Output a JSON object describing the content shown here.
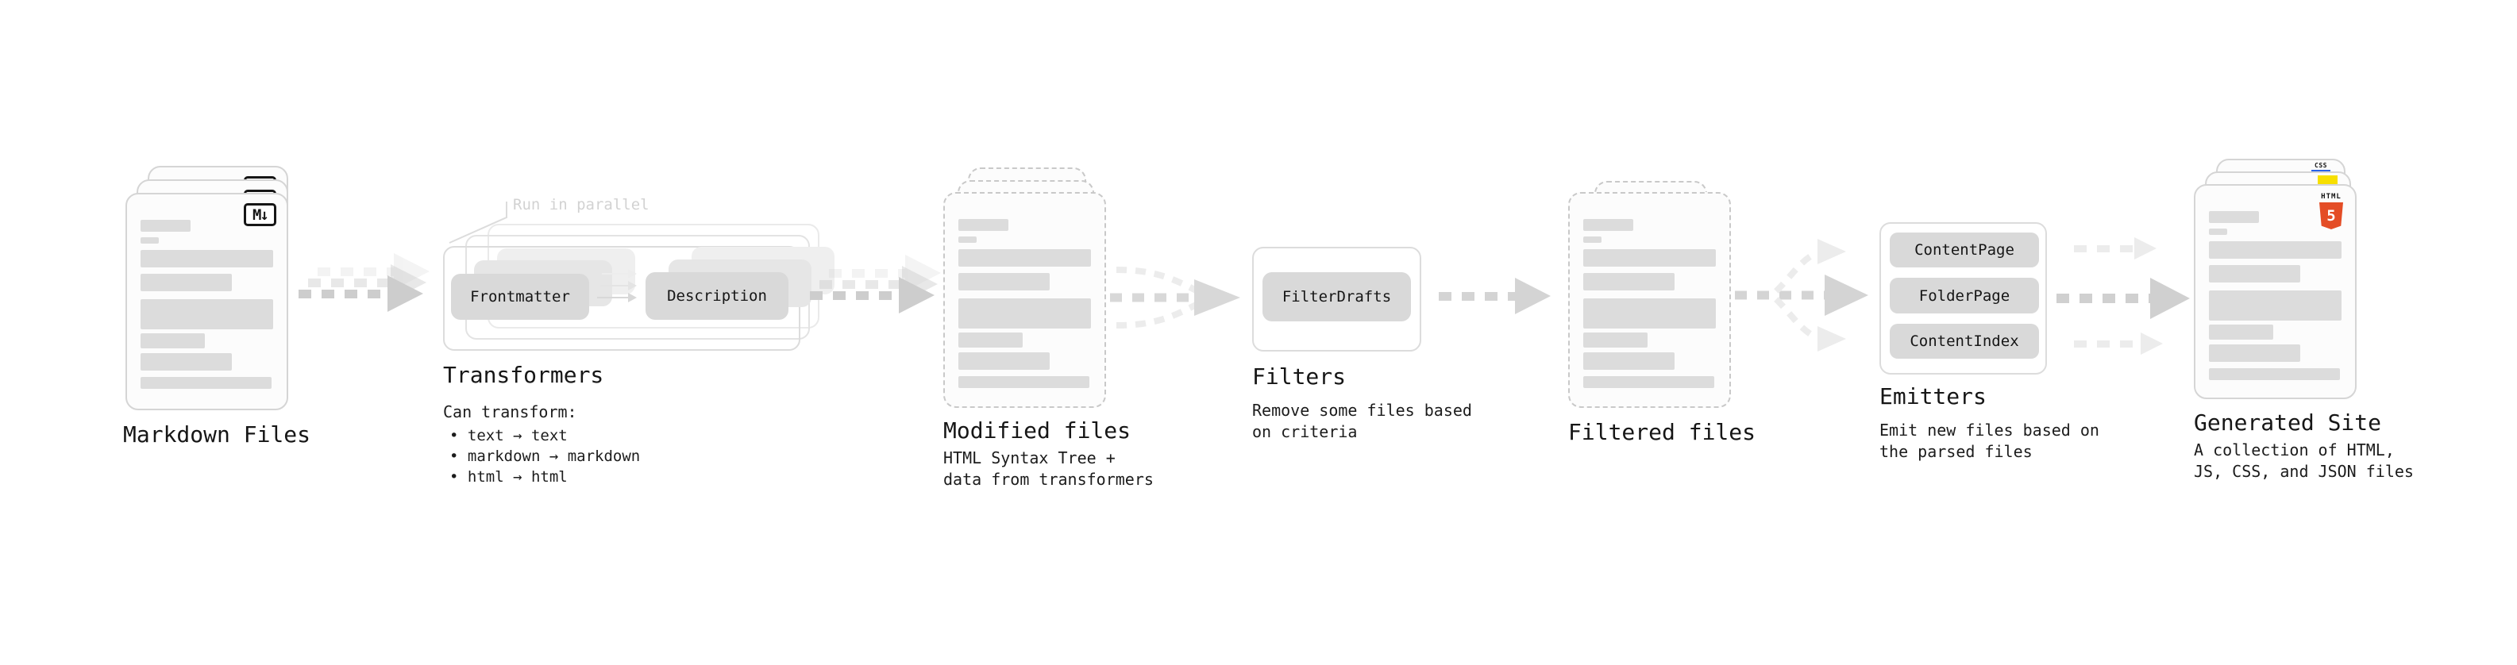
{
  "markdown_files": {
    "title": "Markdown Files",
    "badge": "M↓"
  },
  "transformers": {
    "annotation": "Run in parallel",
    "pill_left": "Frontmatter",
    "pill_right": "Description",
    "title": "Transformers",
    "desc_heading": "Can transform:",
    "bullets": [
      "• text → text",
      "• markdown → markdown",
      "• html → html"
    ]
  },
  "modified_files": {
    "title": "Modified files",
    "subtitle": "HTML Syntax Tree +\ndata from transformers"
  },
  "filters": {
    "pill": "FilterDrafts",
    "title": "Filters",
    "subtitle": "Remove some files based\non criteria"
  },
  "filtered_files": {
    "title": "Filtered files"
  },
  "emitters": {
    "pills": [
      "ContentPage",
      "FolderPage",
      "ContentIndex"
    ],
    "title": "Emitters",
    "subtitle": "Emit new files based on\nthe parsed files"
  },
  "generated_site": {
    "title": "Generated Site",
    "subtitle": "A collection of HTML,\nJS, CSS, and JSON files",
    "html_badge_word": "HTML",
    "html_badge_number": "5",
    "css_badge_word": "CSS"
  },
  "colors": {
    "html5_orange": "#e44d26",
    "js_yellow": "#f7df00",
    "css_blue": "#2862e9"
  }
}
